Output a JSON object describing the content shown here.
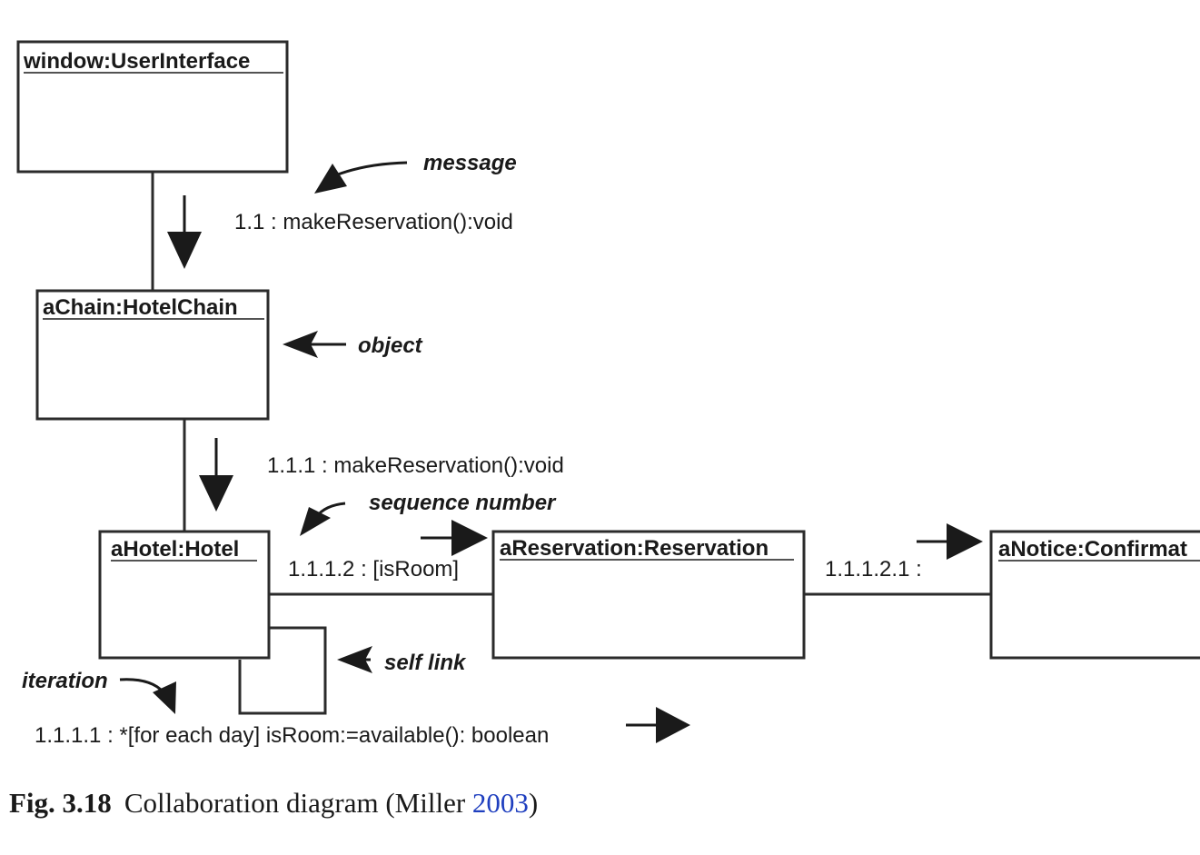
{
  "objects": {
    "window": "window:UserInterface",
    "chain": "aChain:HotelChain",
    "hotel": "aHotel:Hotel",
    "reservation": "aReservation:Reservation",
    "notice": "aNotice:Confirmat"
  },
  "messages": {
    "m1": "1.1 : makeReservation():void",
    "m2": "1.1.1 : makeReservation():void",
    "m3": "1.1.1.2 : [isRoom]",
    "m4": "1.1.1.2.1 :",
    "m5": "1.1.1.1 : *[for each day] isRoom:=available():  boolean"
  },
  "annotations": {
    "message": "message",
    "object": "object",
    "sequence_number": "sequence number",
    "self_link": "self link",
    "iteration": "iteration"
  },
  "caption": {
    "label": "Fig. 3.18",
    "text": "Collaboration diagram (Miller ",
    "year": "2003",
    "close": ")"
  },
  "colors": {
    "ink": "#1a1a1a",
    "box_stroke": "#2b2b2b",
    "citation_link": "#1f3fbf"
  }
}
